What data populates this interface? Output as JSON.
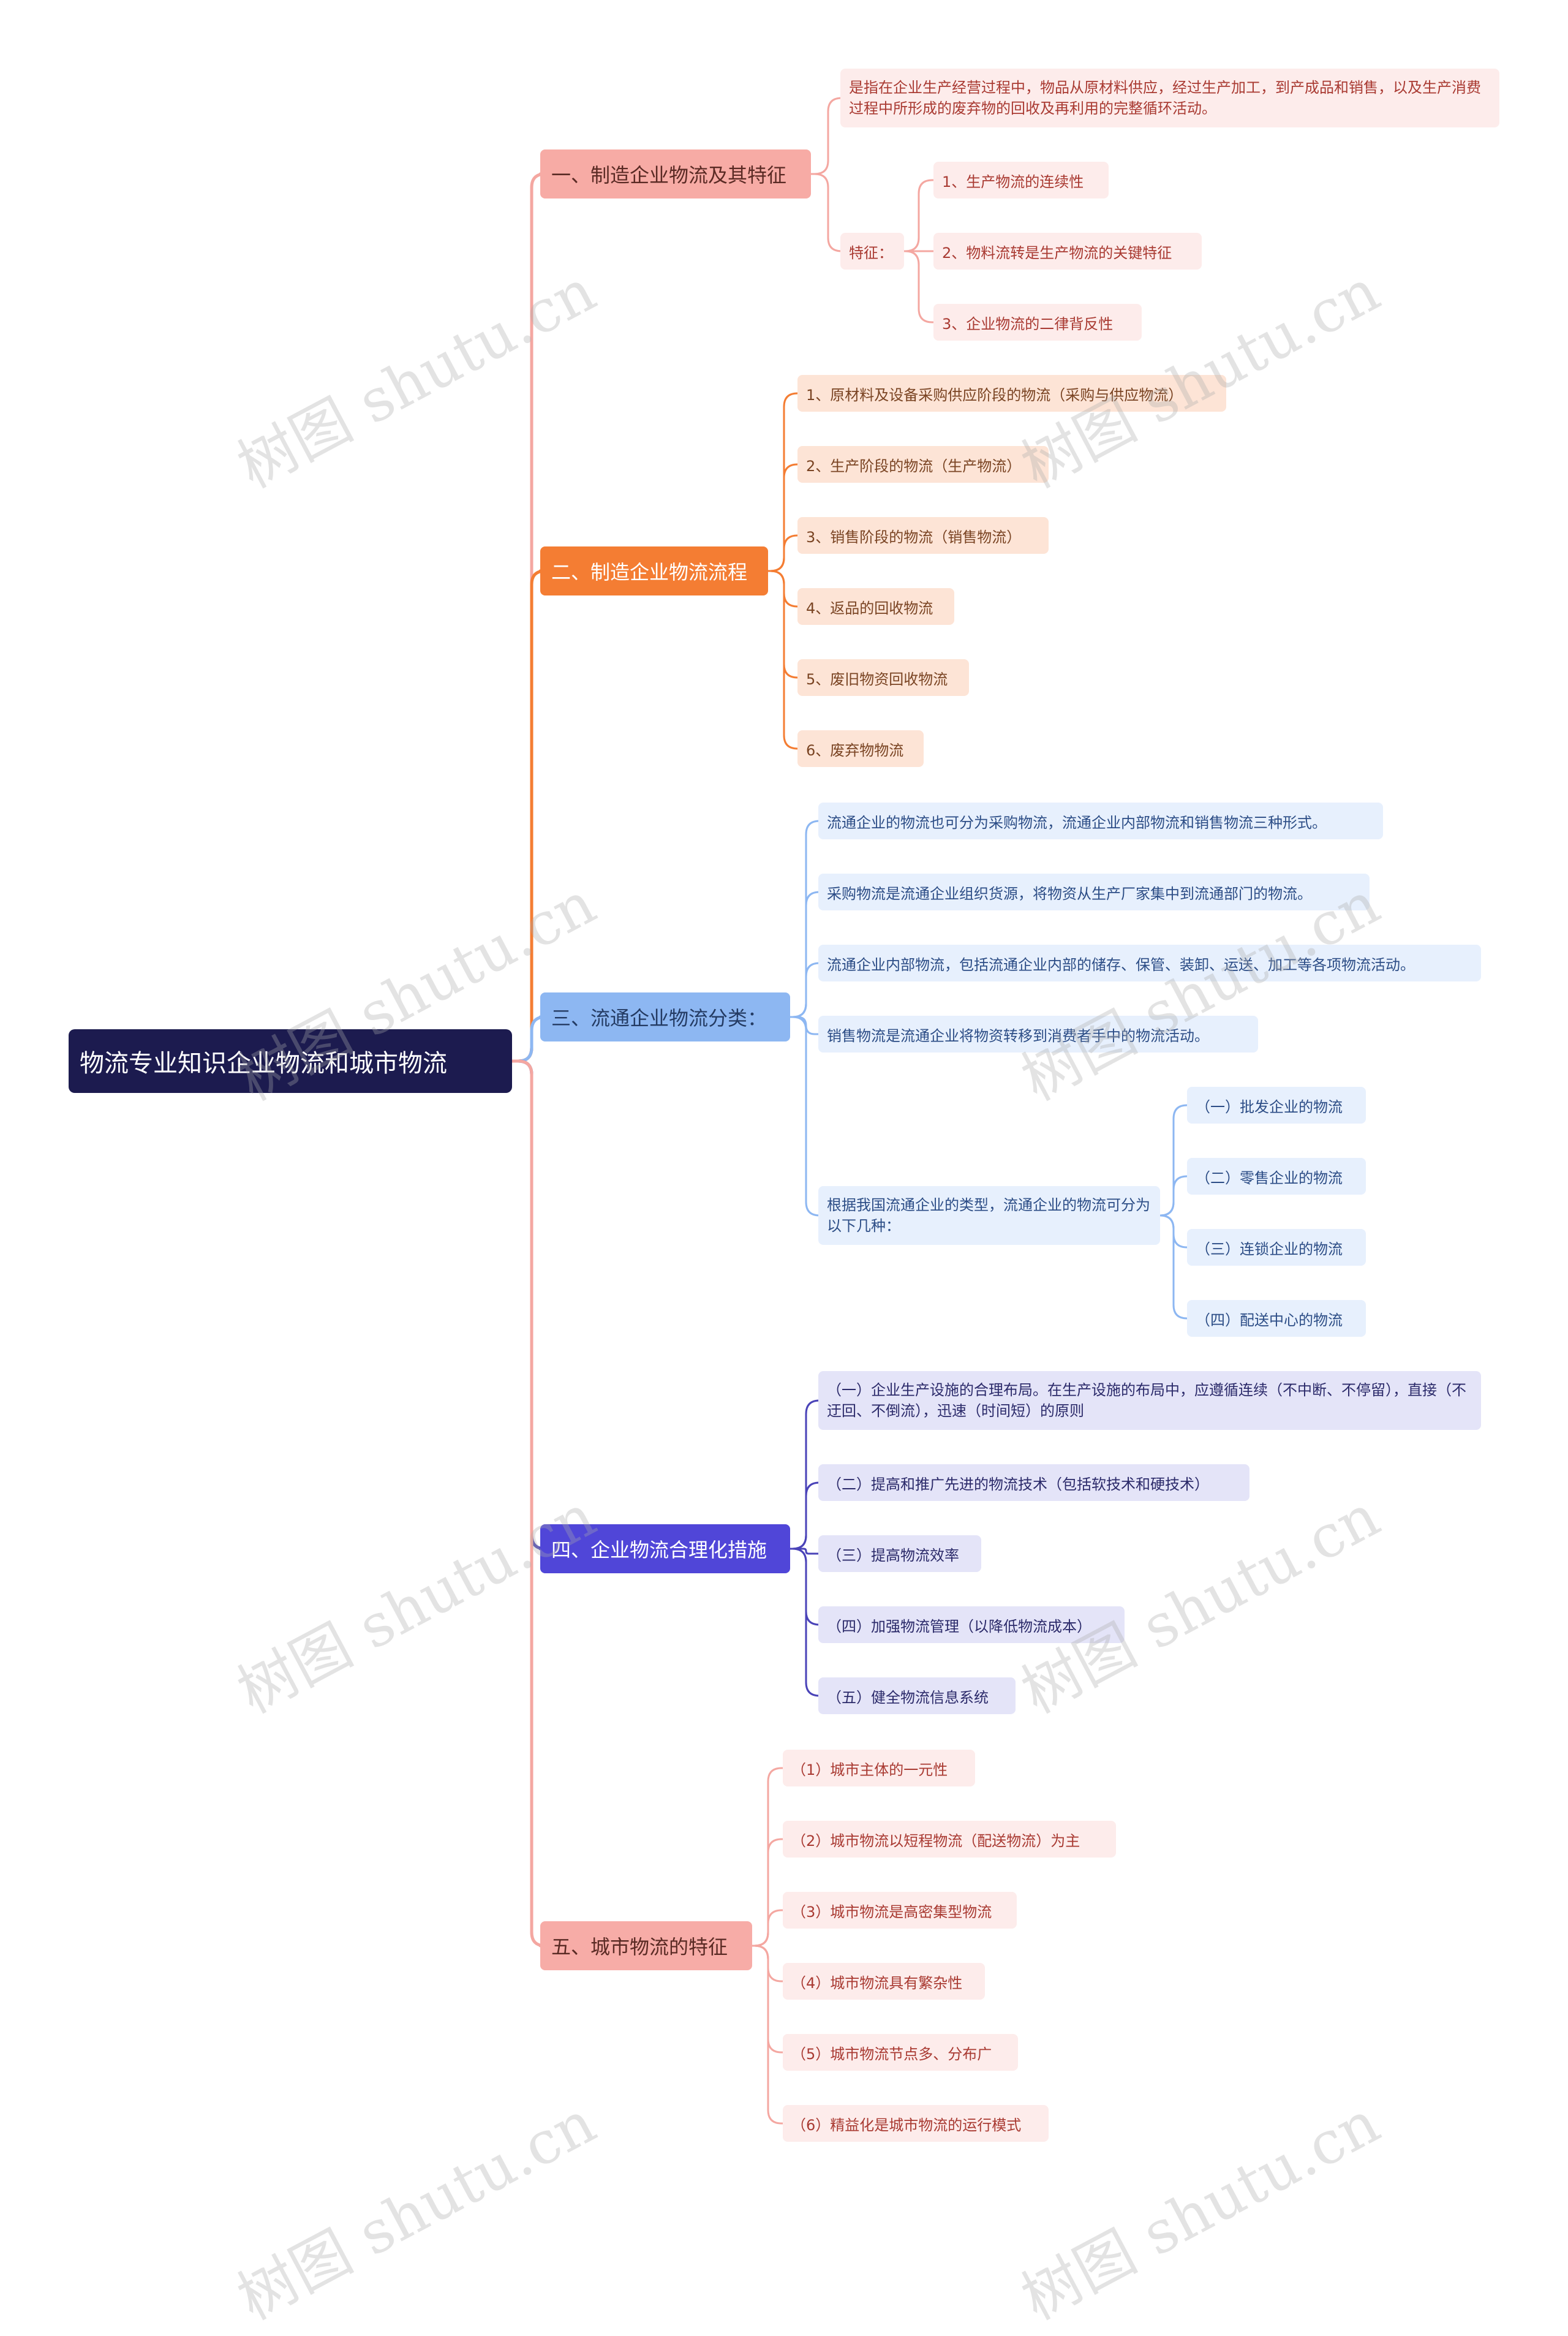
{
  "root": {
    "label": "物流专业知识企业物流和城市物流"
  },
  "branches": [
    {
      "label": "一、制造企业物流及其特征",
      "definition": "是指在企业生产经营过程中，物品从原材料供应，经过生产加工，到产成品和销售，以及生产消费过程中所形成的废弃物的回收及再利用的完整循环活动。",
      "feature_label": "特征：",
      "features": [
        "1、生产物流的连续性",
        "2、物料流转是生产物流的关键特征",
        "3、企业物流的二律背反性"
      ]
    },
    {
      "label": "二、制造企业物流流程",
      "items": [
        "1、原材料及设备采购供应阶段的物流（采购与供应物流）",
        "2、生产阶段的物流（生产物流）",
        "3、销售阶段的物流（销售物流）",
        "4、返品的回收物流",
        "5、废旧物资回收物流",
        "6、废弃物物流"
      ]
    },
    {
      "label": "三、流通企业物流分类：",
      "items": [
        "流通企业的物流也可分为采购物流，流通企业内部物流和销售物流三种形式。",
        "采购物流是流通企业组织货源，将物资从生产厂家集中到流通部门的物流。",
        "流通企业内部物流，包括流通企业内部的储存、保管、装卸、运送、加工等各项物流活动。",
        "销售物流是流通企业将物资转移到消费者手中的物流活动。"
      ],
      "type_label": "根据我国流通企业的类型，流通企业的物流可分为以下几种：",
      "types": [
        "（一）批发企业的物流",
        "（二）零售企业的物流",
        "（三）连锁企业的物流",
        "（四）配送中心的物流"
      ]
    },
    {
      "label": "四、企业物流合理化措施",
      "items": [
        "（一）企业生产设施的合理布局。在生产设施的布局中，应遵循连续（不中断、不停留），直接（不迂回、不倒流），迅速（时间短）的原则",
        "（二）提高和推广先进的物流技术（包括软技术和硬技术）",
        "（三）提高物流效率",
        "（四）加强物流管理（以降低物流成本）",
        "（五）健全物流信息系统"
      ]
    },
    {
      "label": "五、城市物流的特征",
      "items": [
        "（1）城市主体的一元性",
        "（2）城市物流以短程物流（配送物流）为主",
        "（3）城市物流是高密集型物流",
        "（4）城市物流具有繁杂性",
        "（5）城市物流节点多、分布广",
        "（6）精益化是城市物流的运行模式"
      ]
    }
  ],
  "watermark": "树图 shutu.cn",
  "colors": {
    "b1": "#f4a7a1",
    "b2": "#f47d33",
    "b3": "#8db7f2",
    "b4": "#4a43b8",
    "b5": "#f4a7a1"
  }
}
